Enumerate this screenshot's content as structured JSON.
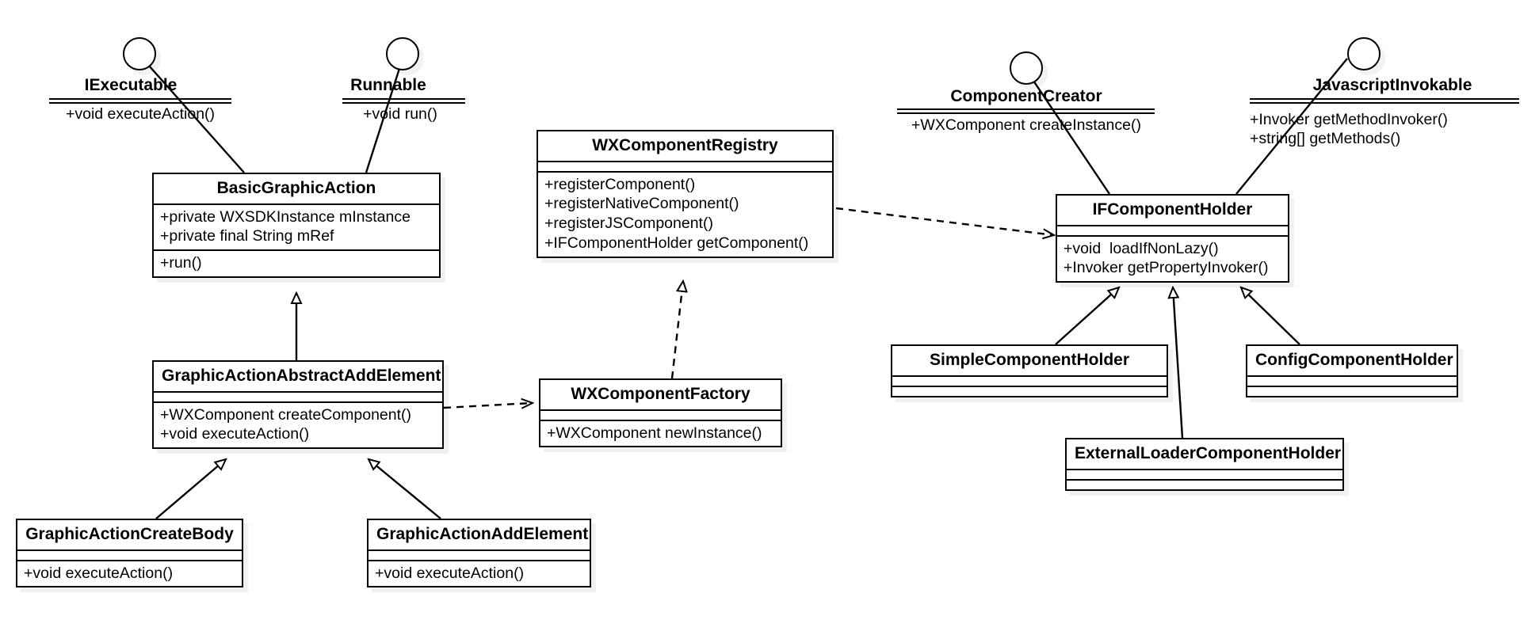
{
  "diagram": {
    "title": "Weex Component / GraphicAction UML class diagram",
    "kind": "uml-class-diagram",
    "background": "#ffffff",
    "line_color": "#000000"
  },
  "interfaces": [
    {
      "id": "iexecutable",
      "name": "IExecutable",
      "operations": [
        "+void executeAction()"
      ]
    },
    {
      "id": "runnable",
      "name": "Runnable",
      "operations": [
        "+void run()"
      ]
    },
    {
      "id": "componentcreator",
      "name": "ComponentCreator",
      "operations": [
        "+WXComponent createInstance()"
      ]
    },
    {
      "id": "javascriptinvokable",
      "name": "JavascriptInvokable",
      "operations": [
        "+Invoker getMethodInvoker()",
        "+string[] getMethods()"
      ]
    }
  ],
  "classes": [
    {
      "id": "basicgraphicaction",
      "name": "BasicGraphicAction",
      "attributes": [
        "+private WXSDKInstance mInstance",
        "+private final String mRef"
      ],
      "methods": [
        "+run()"
      ]
    },
    {
      "id": "graphicactionabstractaddelement",
      "name": "GraphicActionAbstractAddElement",
      "attributes": [],
      "methods": [
        "+WXComponent createComponent()",
        "+void executeAction()"
      ]
    },
    {
      "id": "graphicactioncreatebody",
      "name": "GraphicActionCreateBody",
      "attributes": [],
      "methods": [
        "+void executeAction()"
      ]
    },
    {
      "id": "graphicactionaddelement",
      "name": "GraphicActionAddElement",
      "attributes": [],
      "methods": [
        "+void executeAction()"
      ]
    },
    {
      "id": "wxcomponentregistry",
      "name": "WXComponentRegistry",
      "attributes": [],
      "methods": [
        "+registerComponent()",
        "+registerNativeComponent()",
        "+registerJSComponent()",
        "+IFComponentHolder getComponent()"
      ]
    },
    {
      "id": "wxcomponentfactory",
      "name": "WXComponentFactory",
      "attributes": [],
      "methods": [
        "+WXComponent newInstance()"
      ]
    },
    {
      "id": "ifcomponentholder",
      "name": "IFComponentHolder",
      "attributes": [],
      "methods": [
        "+void  loadIfNonLazy()",
        "+Invoker getPropertyInvoker()"
      ]
    },
    {
      "id": "simplecomponentholder",
      "name": "SimpleComponentHolder",
      "attributes": [],
      "methods": []
    },
    {
      "id": "configcomponentholder",
      "name": "ConfigComponentHolder",
      "attributes": [],
      "methods": []
    },
    {
      "id": "externalloadercomponentholder",
      "name": "ExternalLoaderComponentHolder",
      "attributes": [],
      "methods": []
    }
  ],
  "relationships": [
    {
      "from": "basicgraphicaction",
      "to": "iexecutable",
      "type": "realization-lollipop"
    },
    {
      "from": "basicgraphicaction",
      "to": "runnable",
      "type": "realization-lollipop"
    },
    {
      "from": "graphicactionabstractaddelement",
      "to": "basicgraphicaction",
      "type": "generalization"
    },
    {
      "from": "graphicactioncreatebody",
      "to": "graphicactionabstractaddelement",
      "type": "generalization"
    },
    {
      "from": "graphicactionaddelement",
      "to": "graphicactionabstractaddelement",
      "type": "generalization"
    },
    {
      "from": "graphicactionabstractaddelement",
      "to": "wxcomponentfactory",
      "type": "dependency"
    },
    {
      "from": "wxcomponentfactory",
      "to": "wxcomponentregistry",
      "type": "dependency"
    },
    {
      "from": "wxcomponentregistry",
      "to": "ifcomponentholder",
      "type": "dependency"
    },
    {
      "from": "ifcomponentholder",
      "to": "componentcreator",
      "type": "realization-lollipop"
    },
    {
      "from": "ifcomponentholder",
      "to": "javascriptinvokable",
      "type": "realization-lollipop"
    },
    {
      "from": "simplecomponentholder",
      "to": "ifcomponentholder",
      "type": "generalization"
    },
    {
      "from": "externalloadercomponentholder",
      "to": "ifcomponentholder",
      "type": "generalization"
    },
    {
      "from": "configcomponentholder",
      "to": "ifcomponentholder",
      "type": "generalization"
    }
  ]
}
